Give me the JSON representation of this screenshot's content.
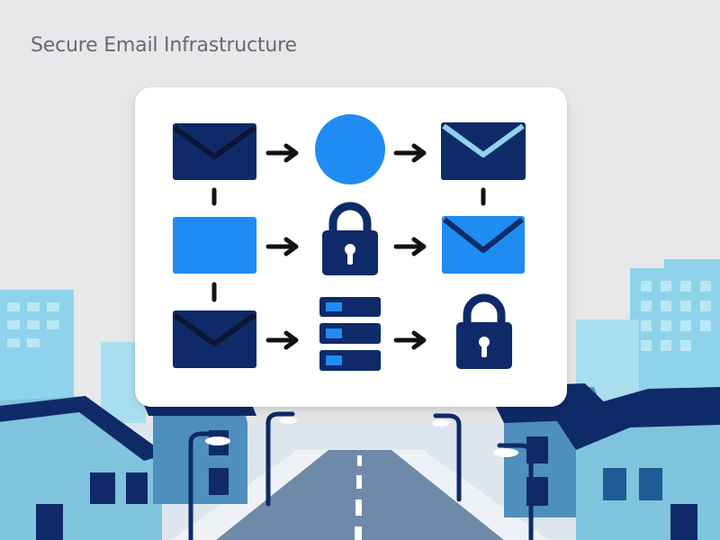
{
  "header": {
    "title": "Secure Email Infrastructure"
  },
  "colors": {
    "navy": "#0f2a68",
    "blue": "#1e8cf2",
    "light_blue": "#8ed3ea",
    "sky": "#e7e8ea",
    "arrow": "#111111"
  },
  "diagram": {
    "nodes": [
      {
        "id": "r1c1",
        "icon": "envelope-icon"
      },
      {
        "id": "r1c2",
        "icon": "circle-node-icon"
      },
      {
        "id": "r1c3",
        "icon": "envelope-icon"
      },
      {
        "id": "r2c1",
        "icon": "rectangle-node-icon"
      },
      {
        "id": "r2c2",
        "icon": "padlock-icon"
      },
      {
        "id": "r2c3",
        "icon": "envelope-icon"
      },
      {
        "id": "r3c1",
        "icon": "envelope-icon"
      },
      {
        "id": "r3c2",
        "icon": "server-stack-icon"
      },
      {
        "id": "r3c3",
        "icon": "padlock-icon"
      }
    ],
    "connectors": [
      {
        "from": "r1c1",
        "to": "r1c2",
        "type": "arrow"
      },
      {
        "from": "r1c2",
        "to": "r1c3",
        "type": "arrow"
      },
      {
        "from": "r2c1",
        "to": "r2c2",
        "type": "arrow"
      },
      {
        "from": "r2c2",
        "to": "r2c3",
        "type": "arrow"
      },
      {
        "from": "r3c1",
        "to": "r3c2",
        "type": "arrow"
      },
      {
        "from": "r3c2",
        "to": "r3c3",
        "type": "arrow"
      },
      {
        "from": "r1c1",
        "to": "r2c1",
        "type": "line"
      },
      {
        "from": "r2c1",
        "to": "r3c1",
        "type": "line"
      },
      {
        "from": "r1c3",
        "to": "r2c3",
        "type": "line"
      }
    ]
  }
}
